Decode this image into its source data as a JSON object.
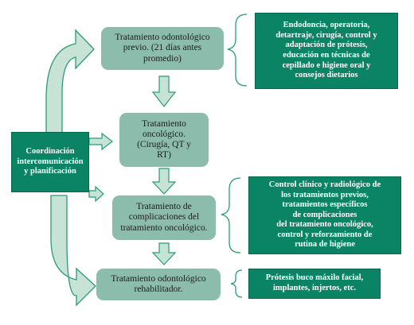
{
  "nodes": {
    "coordination": "Coordinación\nintercomunicación\ny planificación",
    "previous_treatment": "Tratamiento odontológico\nprevio. (21 días antes\npromedio)",
    "oncologic_treatment": "Tratamiento\noncológico.\n(Cirugía, QT y\nRT)",
    "complications_treatment": "Tratamiento de\ncomplicaciones del\ntratamiento oncológico.",
    "rehabilitation_treatment": "Tratamiento odontológico\nrehabilitador."
  },
  "details": {
    "previous": "Endodoncia, operatoria,\ndetartraje, cirugía, control y\nadaptación de prótesis,\neducación en técnicas de\ncepillado e higiene oral y\nconsejos dietarios",
    "complications": "Control clínico y radiológico de\nlos tratamientos previos,\ntratamientos específicos\nde complicaciones\ndel tratamiento oncológico,\ncontrol y reforzamiento de\nrutina de higiene",
    "rehabilitation": "Prótesis buco máxilo facial,\nimplantes, injertos, etc."
  },
  "colors": {
    "node_fill": "#8cbcac",
    "detail_fill": "#0b8466",
    "arrow_fill": "#c6e3d6",
    "arrow_stroke": "#2c9a78"
  }
}
